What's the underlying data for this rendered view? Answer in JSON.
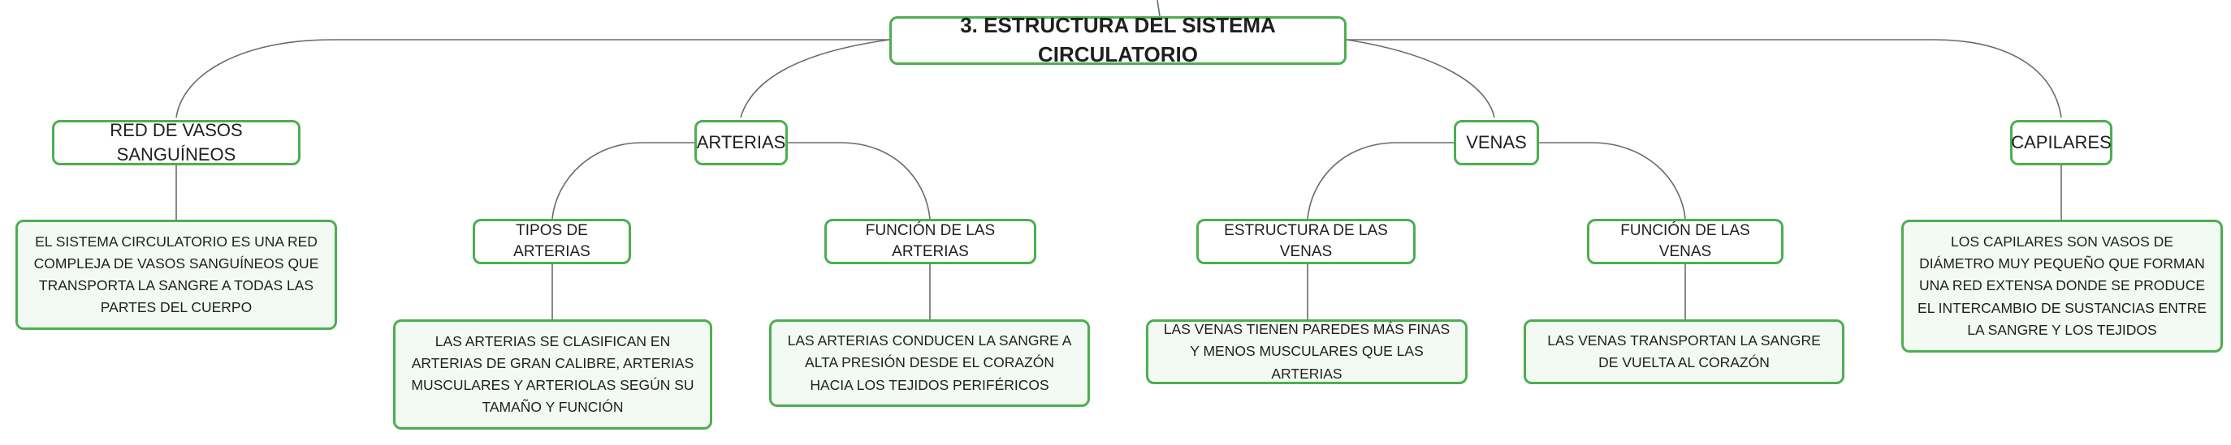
{
  "root": {
    "title": "3. ESTRUCTURA DEL SISTEMA CIRCULATORIO"
  },
  "branches": {
    "red": {
      "label": "RED DE VASOS SANGUÍNEOS",
      "text": "EL SISTEMA CIRCULATORIO ES UNA RED COMPLEJA DE VASOS SANGUÍNEOS QUE TRANSPORTA LA SANGRE A TODAS LAS PARTES DEL CUERPO"
    },
    "arterias": {
      "label": "ARTERIAS",
      "tipos": {
        "label": "TIPOS DE ARTERIAS",
        "text": "LAS ARTERIAS SE CLASIFICAN EN ARTERIAS DE GRAN CALIBRE, ARTERIAS MUSCULARES Y ARTERIOLAS SEGÚN SU TAMAÑO Y FUNCIÓN"
      },
      "funcion": {
        "label": "FUNCIÓN DE LAS ARTERIAS",
        "text": "LAS ARTERIAS CONDUCEN LA SANGRE A ALTA PRESIÓN DESDE EL CORAZÓN HACIA LOS TEJIDOS PERIFÉRICOS"
      }
    },
    "venas": {
      "label": "VENAS",
      "estructura": {
        "label": "ESTRUCTURA DE LAS VENAS",
        "text": "LAS VENAS TIENEN PAREDES MÁS FINAS Y MENOS MUSCULARES QUE LAS ARTERIAS"
      },
      "funcion": {
        "label": "FUNCIÓN DE LAS VENAS",
        "text": "LAS VENAS TRANSPORTAN LA SANGRE DE VUELTA AL CORAZÓN"
      }
    },
    "capilares": {
      "label": "CAPILARES",
      "text": "LOS CAPILARES SON VASOS DE DIÁMETRO MUY PEQUEÑO QUE FORMAN UNA RED EXTENSA DONDE SE PRODUCE EL INTERCAMBIO DE SUSTANCIAS ENTRE LA SANGRE Y LOS TEJIDOS"
    }
  },
  "colors": {
    "border": "#4caf50",
    "leaf_fill": "#f3faf3",
    "connector": "#6b6b6b"
  }
}
